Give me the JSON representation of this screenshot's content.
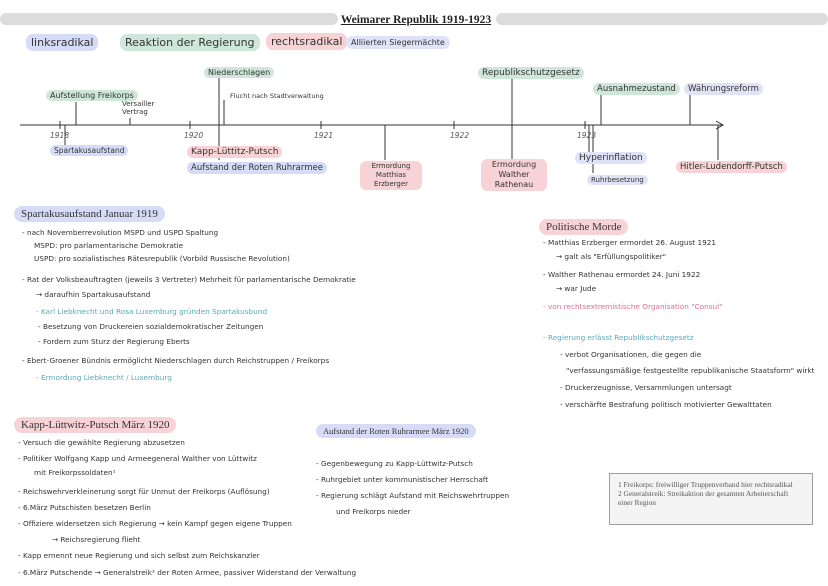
{
  "header": {
    "title": "Weimarer Republik 1919-1923"
  },
  "legend": [
    {
      "label": "linksradikal",
      "color": "#d6dcf7"
    },
    {
      "label": "Reaktion der Regierung",
      "color": "#cfe7da"
    },
    {
      "label": "rechtsradikal",
      "color": "#f7d3d6"
    },
    {
      "label": "Alliierten Siegermächte",
      "color": "#e0e3f8"
    }
  ],
  "timeline": {
    "years": [
      "1918",
      "1920",
      "1921",
      "1922",
      "1923"
    ],
    "events": [
      {
        "label": "Aufstellung Freikorps"
      },
      {
        "label": "Versailler Vertrag"
      },
      {
        "label": "Spartakusaufstand"
      },
      {
        "label": "Niederschlagen"
      },
      {
        "label": "Flucht nach Stadtverwaltung"
      },
      {
        "label": "Kapp-Lüttitz-Putsch"
      },
      {
        "label": "Aufstand der Roten Ruhrarmee"
      },
      {
        "label": "Ermordung Matthias Erzberger"
      },
      {
        "label": "Ermordung Walther Rathenau"
      },
      {
        "label": "Republikschutzgesetz"
      },
      {
        "label": "Ausnahmezustand"
      },
      {
        "label": "Währungsreform"
      },
      {
        "label": "Hyperinflation"
      },
      {
        "label": "Ruhrbesetzung"
      },
      {
        "label": "Hitler-Ludendorff-Putsch"
      }
    ]
  },
  "sections": {
    "spartakus": {
      "heading": "Spartakusaufstand Januar 1919",
      "lines": [
        "- nach Novemberrevolution MSPD und USPD Spaltung",
        "MSPD: pro parlamentarische Demokratie",
        "USPD: pro sozialistisches Rätesrepublik (Vorbild Russische Revolution)",
        "- Rat der Volksbeauftragten (jeweils 3 Vertreter) Mehrheit für parlamentarische Demokratie",
        "→ daraufhin Spartakusaufstand",
        "- Karl Liebknecht und Rosa Luxemburg gründen Spartakusbund",
        "- Besetzung von Druckereien sozialdemokratischer Zeitungen",
        "- Fordern zum Sturz der Regierung Eberts",
        "- Ebert-Groener Bündnis ermöglicht Niederschlagen durch Reichstruppen / Freikorps",
        "- Ermordung Liebknecht / Luxemburg"
      ]
    },
    "morde": {
      "heading": "Politische Morde",
      "lines": [
        "- Matthias Erzberger ermordet 26. August 1921",
        "→ galt als \"Erfüllungspolitiker\"",
        "- Walther Rathenau ermordet 24. Juni 1922",
        "→ war Jude",
        "- von rechtsextremistische Organisation \"Consul\"",
        "- Regierung erlässt Republikschutzgesetz",
        "- verbot Organisationen, die gegen die",
        "\"verfassungsmäßige festgestellte republikanische Staatsform\" wirkt",
        "- Druckerzeugnisse, Versammlungen untersagt",
        "- verschärfte Bestrafung politisch motivierter Gewalttaten"
      ]
    },
    "kapp": {
      "heading": "Kapp-Lüttwitz-Putsch März 1920",
      "lines": [
        "- Versuch die gewählte Regierung abzusetzen",
        "- Politiker Wolfgang Kapp und Armeegeneral Walther von Lüttwitz",
        "mit Freikorpssoldaten¹",
        "- Reichswehrverkleinerung sorgt für Unmut der Freikorps (Auflösung)",
        "- 6.März Putschisten besetzen Berlin",
        "- Offiziere widersetzen sich Regierung → kein Kampf gegen eigene Truppen",
        "→ Reichsregierung flieht",
        "- Kapp ernennt neue Regierung und sich selbst zum Reichskanzler",
        "- 6.März Putschende → Generalstreik² der Roten Armee, passiver Widerstand der Verwaltung"
      ]
    },
    "ruhr": {
      "heading": "Aufstand der Roten Ruhrarmee März 1920",
      "lines": [
        "- Gegenbewegung zu Kapp-Lüttwitz-Putsch",
        "- Ruhrgebiet unter kommunistischer Herrschaft",
        "- Regierung schlägt Aufstand mit Reichswehrtruppen",
        "und Freikorps nieder"
      ]
    }
  },
  "footnotes": [
    "1 Freikorps: freiwilliger Truppenverband hier rechtsradikal",
    "2 Generalstreik: Streikaktion der gesamten Arbeiterschaft einer Region"
  ],
  "colors": {
    "blue": "#d6dcf7",
    "green": "#cfe7da",
    "pink": "#f7d3d6",
    "lavender": "#e0e3f8",
    "pink_text": "#d9718c",
    "teal_text": "#5aa9b8"
  }
}
